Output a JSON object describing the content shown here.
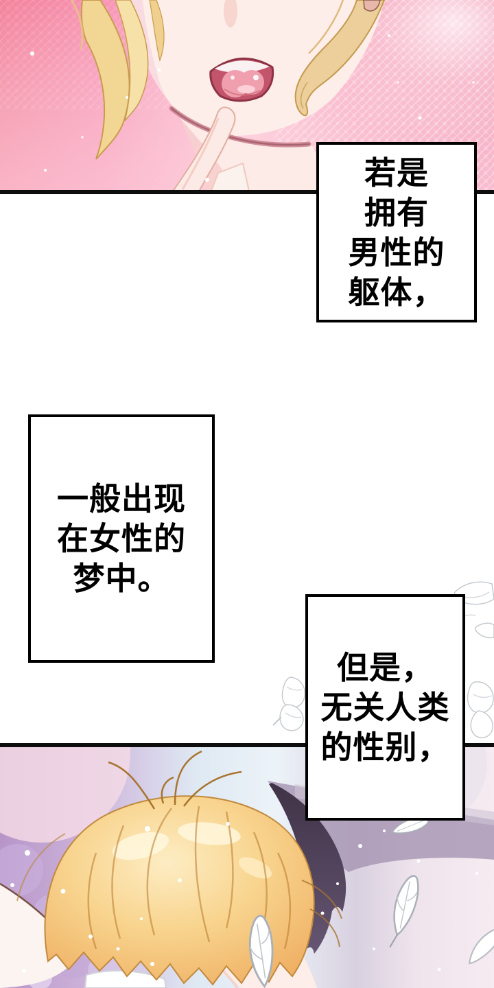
{
  "page": {
    "type": "webtoon-comic-page",
    "background": "#ffffff"
  },
  "speech_boxes": [
    {
      "lines": [
        "若是",
        "拥有",
        "男性的",
        "躯体，"
      ]
    },
    {
      "lines": [
        "一般出现",
        "在女性的",
        "梦中。"
      ]
    },
    {
      "lines": [
        "但是，",
        "无关人类",
        "的性别，"
      ]
    }
  ],
  "icons": {
    "feather": "feather-icon"
  },
  "colors": {
    "panel_border": "#0d0d0d",
    "speech_box_bg": "#ffffff",
    "speech_text": "#000000",
    "top_panel_pink_deep": "#f07da4",
    "top_panel_pink_light": "#fbd2de",
    "skin": "#fdeeea",
    "mouth_interior": "#c2556c",
    "tongue": "#ef9fae",
    "hair_blonde": "#f8d48e",
    "hair_outline": "#b97b2e",
    "bottom_bg_purple": "#b795c8",
    "bottom_bg_blue": "#e2edf6",
    "bottom_bg_pink": "#f3d9e5",
    "wing_dark": "#43364e",
    "feather_outline": "#aab0b8",
    "ear_blush": "#f6aebe"
  }
}
